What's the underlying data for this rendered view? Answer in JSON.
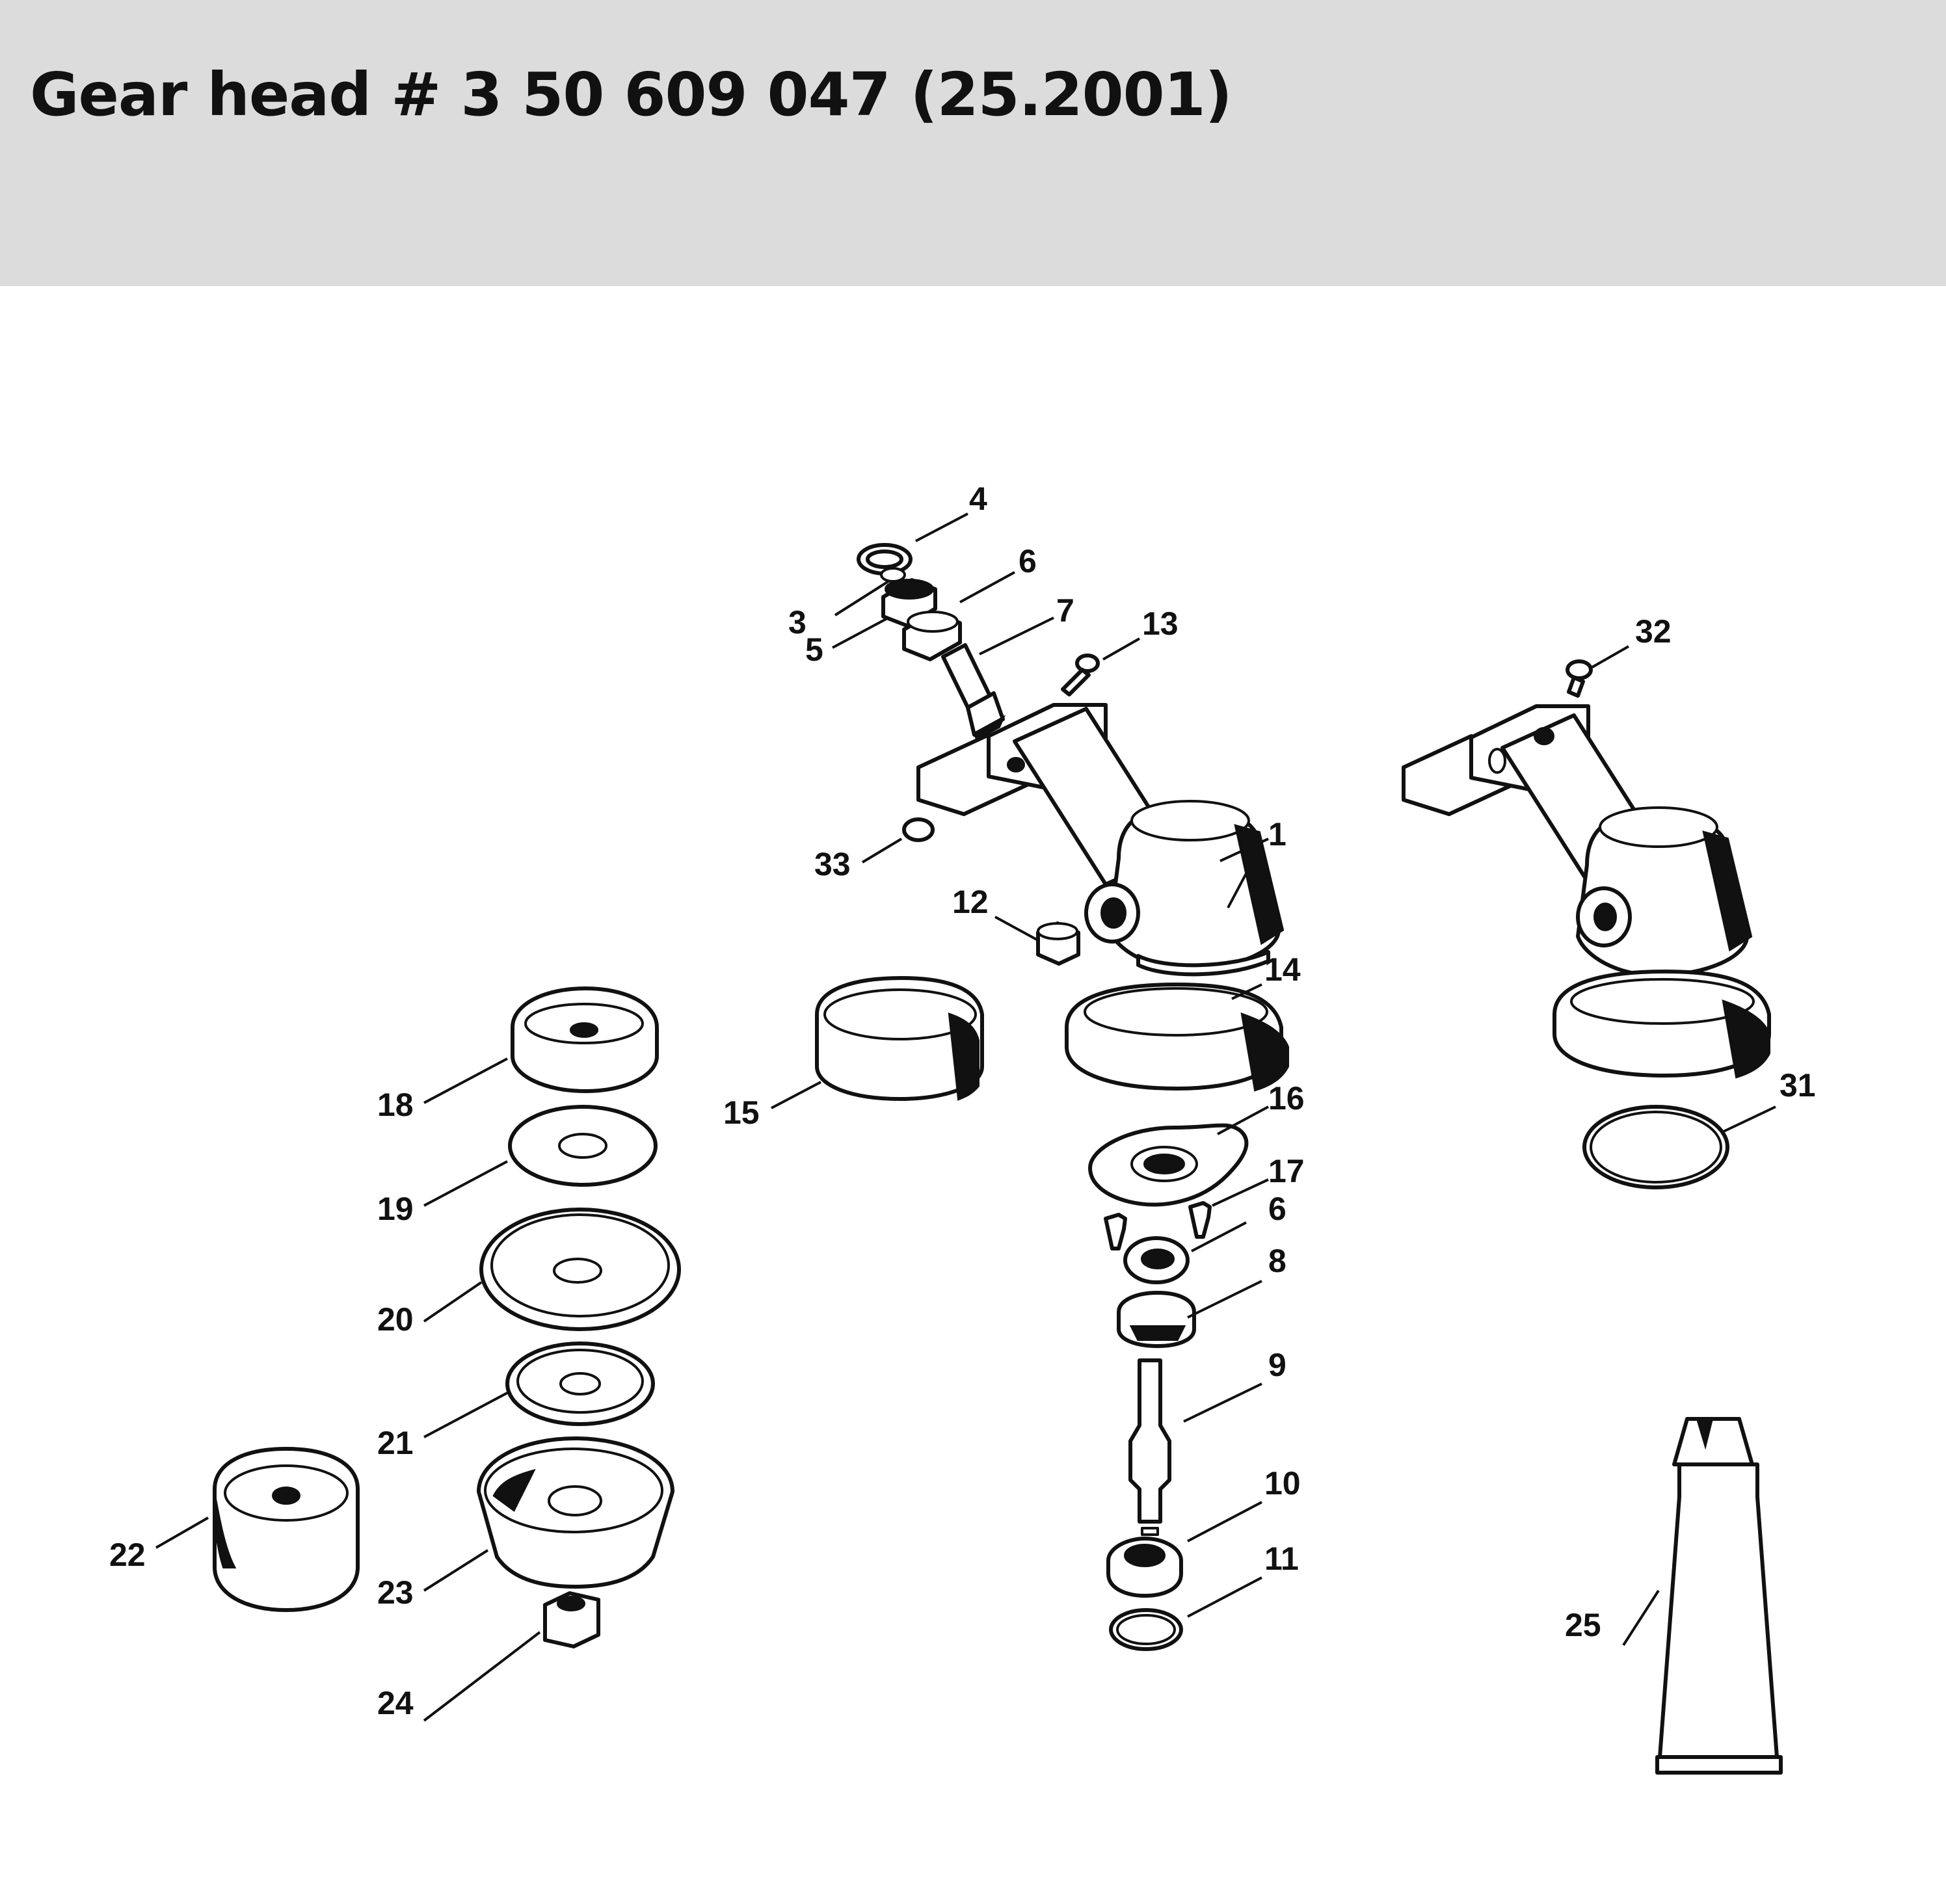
{
  "header": {
    "title": "Gear head # 3 50 609 047 (25.2001)"
  },
  "callouts": [
    "1",
    "3",
    "4",
    "5",
    "6",
    "7",
    "13",
    "32",
    "33",
    "12",
    "14",
    "15",
    "18",
    "16",
    "17",
    "6",
    "8",
    "9",
    "10",
    "11",
    "19",
    "20",
    "21",
    "22",
    "23",
    "24",
    "25",
    "31"
  ],
  "colors": {
    "header_background": "#dbdcdb",
    "ink": "#111111",
    "page": "#ffffff"
  }
}
